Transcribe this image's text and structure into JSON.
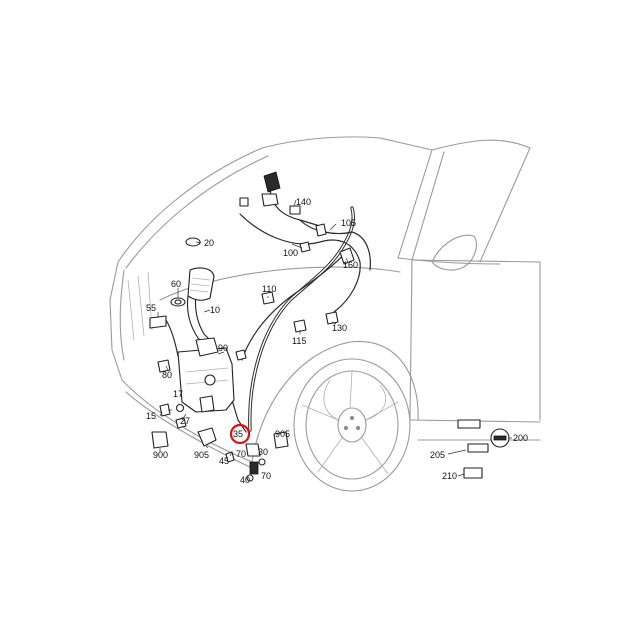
{
  "callouts": [
    {
      "id": "c20",
      "text": "20"
    },
    {
      "id": "c60",
      "text": "60"
    },
    {
      "id": "c55",
      "text": "55"
    },
    {
      "id": "c10",
      "text": "10"
    },
    {
      "id": "c90",
      "text": "90"
    },
    {
      "id": "c80",
      "text": "80"
    },
    {
      "id": "c17",
      "text": "17"
    },
    {
      "id": "c15",
      "text": "15"
    },
    {
      "id": "c27",
      "text": "27"
    },
    {
      "id": "c900",
      "text": "900"
    },
    {
      "id": "c905a",
      "text": "905"
    },
    {
      "id": "c45",
      "text": "45"
    },
    {
      "id": "c35",
      "text": "35"
    },
    {
      "id": "c70a",
      "text": "70"
    },
    {
      "id": "c30",
      "text": "30"
    },
    {
      "id": "c70b",
      "text": "70"
    },
    {
      "id": "c40",
      "text": "40"
    },
    {
      "id": "c905b",
      "text": "905"
    },
    {
      "id": "c140",
      "text": "140"
    },
    {
      "id": "c105",
      "text": "105"
    },
    {
      "id": "c100",
      "text": "100"
    },
    {
      "id": "c160",
      "text": "160"
    },
    {
      "id": "c110",
      "text": "110"
    },
    {
      "id": "c115",
      "text": "115"
    },
    {
      "id": "c130",
      "text": "130"
    },
    {
      "id": "c200",
      "text": "200"
    },
    {
      "id": "c205",
      "text": "205"
    },
    {
      "id": "c210",
      "text": "210"
    }
  ],
  "highlighted_callout": "35",
  "highlight_color": "#e01010"
}
